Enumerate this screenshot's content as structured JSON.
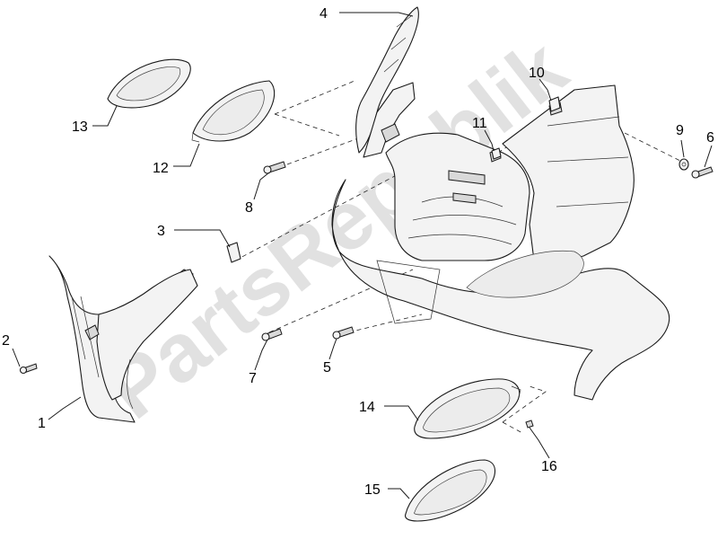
{
  "watermark": "PartsRepublik",
  "callouts": [
    {
      "id": "1",
      "text": "1"
    },
    {
      "id": "2",
      "text": "2"
    },
    {
      "id": "3",
      "text": "3"
    },
    {
      "id": "4",
      "text": "4"
    },
    {
      "id": "5",
      "text": "5"
    },
    {
      "id": "6",
      "text": "6"
    },
    {
      "id": "7",
      "text": "7"
    },
    {
      "id": "8",
      "text": "8"
    },
    {
      "id": "9",
      "text": "9"
    },
    {
      "id": "10",
      "text": "10"
    },
    {
      "id": "11",
      "text": "11"
    },
    {
      "id": "12",
      "text": "12"
    },
    {
      "id": "13",
      "text": "13"
    },
    {
      "id": "14",
      "text": "14"
    },
    {
      "id": "15",
      "text": "15"
    },
    {
      "id": "16",
      "text": "16"
    }
  ]
}
